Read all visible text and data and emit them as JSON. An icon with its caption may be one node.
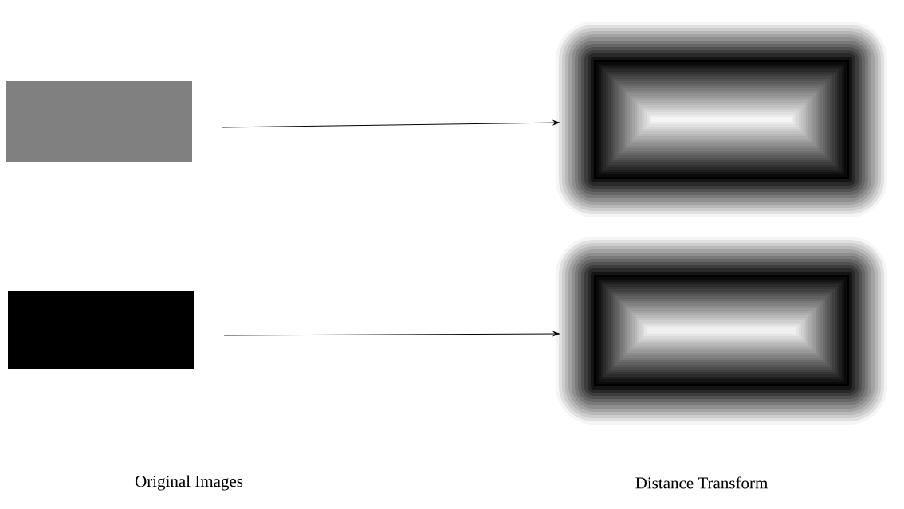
{
  "diagram": {
    "nodes": [
      {
        "text": [],
        "shape": "box"
      },
      {
        "text": [],
        "shape": "picture"
      },
      {
        "text": [],
        "shape": "box"
      },
      {
        "text": [],
        "shape": "picture"
      }
    ],
    "edges": [
      {
        "from": 0,
        "to": 1,
        "arrow": "to"
      },
      {
        "from": 2,
        "to": 3,
        "arrow": "to"
      }
    ],
    "labels": [
      "Original Images",
      "Distance Transform"
    ]
  }
}
